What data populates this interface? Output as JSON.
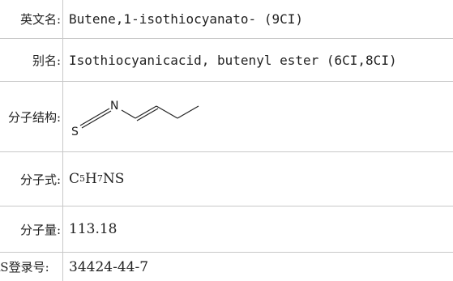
{
  "rows": [
    {
      "label": "英文名:",
      "value": "Butene,1-isothiocyanato- (9CI)"
    },
    {
      "label": "别名:",
      "value": "Isothiocyanicacid, butenyl ester (6CI,8CI)"
    },
    {
      "label": "分子结构:",
      "structure_atoms": {
        "sulfur": "S",
        "nitrogen": "N"
      }
    },
    {
      "label": "分子式:",
      "formula": {
        "c": "C",
        "c_n": "5",
        "h": "H",
        "h_n": "7",
        "rest": "NS"
      }
    },
    {
      "label": "分子量:",
      "value": "113.18"
    },
    {
      "label": "CAS登录号:",
      "value": "34424-44-7"
    }
  ],
  "colors": {
    "border": "#c8c8c8",
    "text": "#222222"
  }
}
